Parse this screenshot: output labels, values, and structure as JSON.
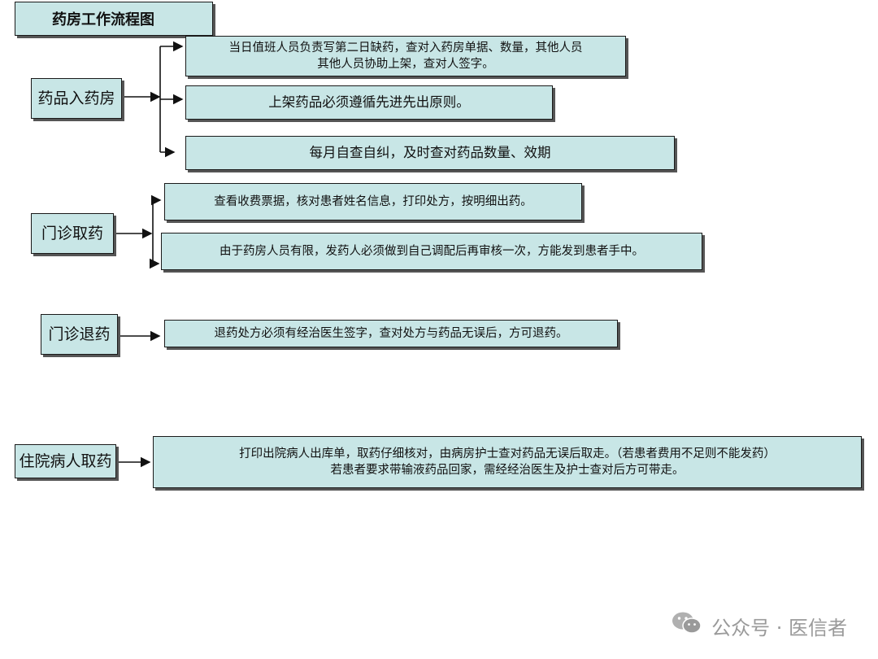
{
  "title": "药房工作流程图",
  "sections": [
    {
      "category": "药品入药房",
      "steps": [
        "当日值班人员负责写第二日缺药，查对入药房单据、数量，其他人员\n其他人员协助上架，查对人签字。",
        "上架药品必须遵循先进先出原则。",
        "每月自查自纠，及时查对药品数量、效期"
      ]
    },
    {
      "category": "门诊取药",
      "steps": [
        "查看收费票据，核对患者姓名信息，打印处方，按明细出药。",
        "由于药房人员有限，发药人必须做到自己调配后再审核一次，方能发到患者手中。"
      ]
    },
    {
      "category": "门诊退药",
      "steps": [
        "退药处方必须有经治医生签字，查对处方与药品无误后，方可退药。"
      ]
    },
    {
      "category": "住院病人取药",
      "steps": [
        "打印出院病人出库单，取药仔细核对，由病房护士查对药品无误后取走。（若患者费用不足则不能发药）\n若患者要求带输液药品回家，需经经治医生及护士查对后方可带走。"
      ]
    }
  ],
  "watermark": {
    "icon": "wechat-icon",
    "text": "公众号 · 医信者"
  }
}
